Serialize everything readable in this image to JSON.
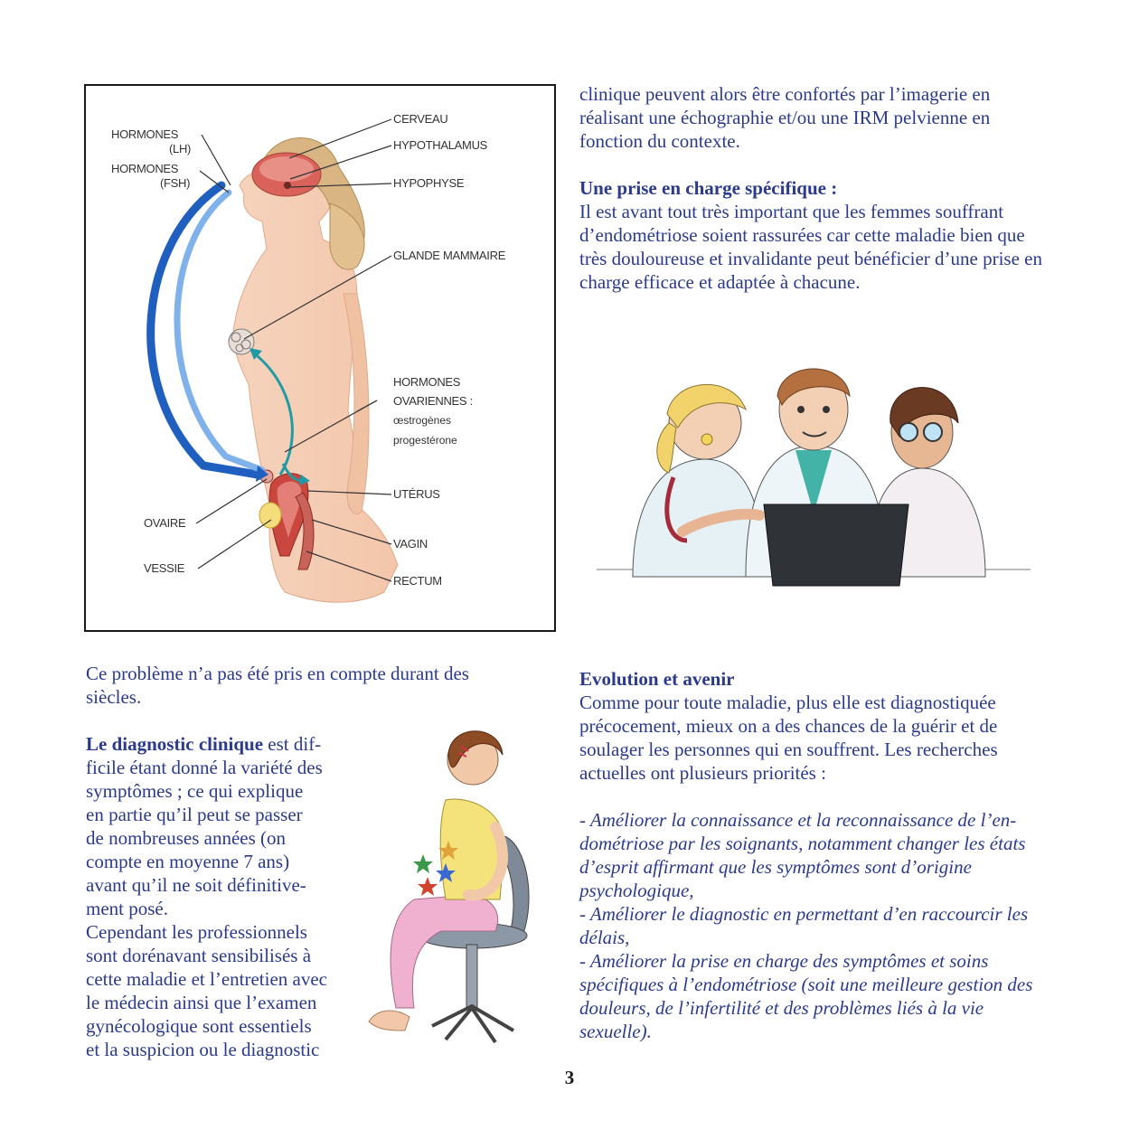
{
  "diagram": {
    "labels": {
      "hormones_lh_1": "HORMONES",
      "hormones_lh_2": "(LH)",
      "hormones_fsh_1": "HORMONES",
      "hormones_fsh_2": "(FSH)",
      "cerveau": "CERVEAU",
      "hypothalamus": "HYPOTHALAMUS",
      "hypophyse": "HYPOPHYSE",
      "glande": "GLANDE MAMMAIRE",
      "ovariennes_1": "HORMONES",
      "ovariennes_2": "OVARIENNES :",
      "oestrogenes": "œstrogènes",
      "progesterone": "progestérone",
      "uterus": "UTÉRUS",
      "ovaire": "OVAIRE",
      "vagin": "VAGIN",
      "vessie": "VESSIE",
      "rectum": "RECTUM"
    }
  },
  "right_top": {
    "para1": "clinique peuvent alors être confortés par l’imagerie en réalisant une échographie et/ou une IRM pelvienne en fonction du contexte.",
    "heading": "Une prise en charge spécifique :",
    "para2": "Il est avant tout très important que les femmes souffrant d’endométriose soient rassurées car cette maladie bien que très douloureuse et invalidante peut bénéficier d’une prise en charge efficace et adaptée à chacune."
  },
  "left_bottom": {
    "para1": "Ce problème n’a pas été pris en compte durant des siècles.",
    "bold_lead": "Le diagnostic clinique",
    "lines": [
      " est dif-",
      "ficile étant donné la variété des",
      "symptômes ; ce qui explique",
      "en partie qu’il peut se passer",
      "de nombreuses années (on",
      "compte en moyenne 7 ans)",
      "avant qu’il ne soit définitive-",
      "ment posé.",
      "Cependant les professionnels",
      "sont dorénavant sensibilisés à",
      "cette maladie et l’entretien avec",
      "le médecin ainsi que l’examen",
      "gynécologique sont essentiels",
      "et la suspicion ou le diagnostic"
    ]
  },
  "right_bottom": {
    "heading": "Evolution et avenir",
    "para": "Comme pour toute maladie, plus elle est diagnostiquée précocement, mieux on a des chances de la guérir et de soulager les personnes qui en souffrent. Les recherches actuelles ont plusieurs priorités :",
    "list": [
      "- Améliorer la connaissance et la reconnaissance de l’en-dométriose par les soignants, notamment changer les états d’esprit affirmant que les symptômes sont d’origine psychologique,",
      "- Améliorer le diagnostic en permettant d’en raccourcir les délais,",
      "- Améliorer la prise en charge des symptômes et soins spécifiques à l’endométriose (soit une meilleure gestion des douleurs, de l’infertilité et des problèmes liés à la vie sexuelle)."
    ]
  },
  "page_number": "3"
}
